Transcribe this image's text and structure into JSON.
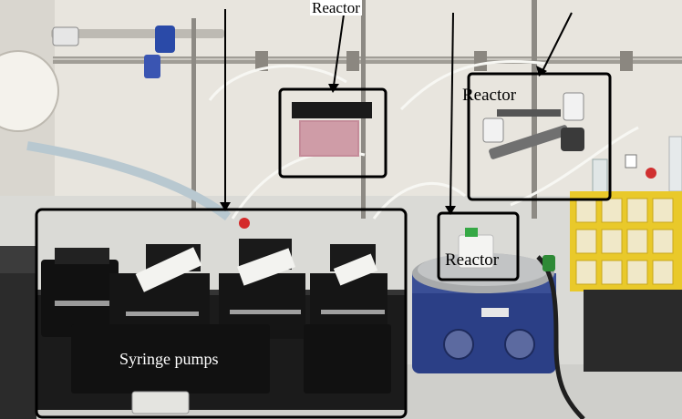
{
  "annotations": {
    "reactor_top": "Reactor",
    "reactor_right": "Reactor",
    "reactor_stirrer": "Reactor",
    "syringe_pumps": "Syringe pumps"
  },
  "colors": {
    "annotation_line": "#000000",
    "fume_hood_wall": "#e9e6df",
    "bench_surface": "#d9d9d5",
    "pump_body": "#141414",
    "stirrer_blue": "#2b3f86",
    "rack_yellow": "#e9c92a"
  }
}
